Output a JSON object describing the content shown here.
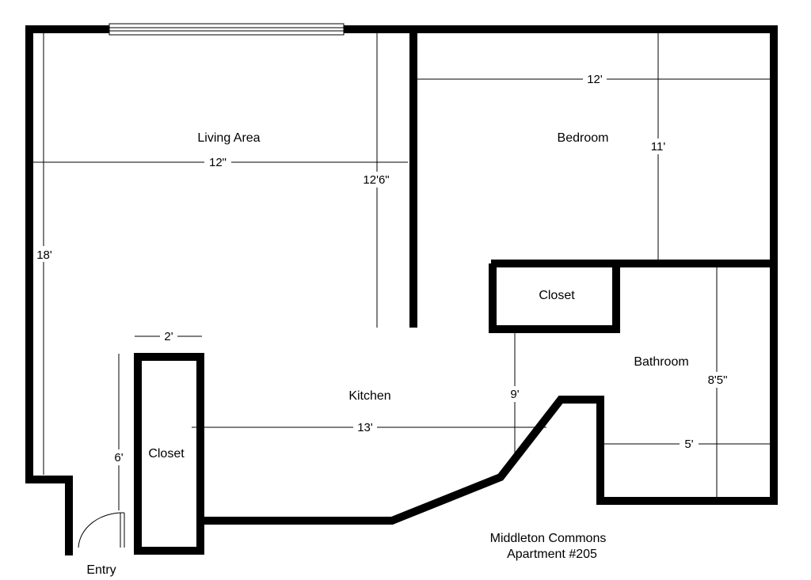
{
  "rooms": {
    "living_area": "Living Area",
    "bedroom": "Bedroom",
    "kitchen": "Kitchen",
    "bathroom": "Bathroom",
    "closet_bedroom": "Closet",
    "closet_entry": "Closet",
    "entry": "Entry"
  },
  "dimensions": {
    "living_width": "12\"",
    "living_depth": "18'",
    "living_divider": "12'6\"",
    "bedroom_width": "12'",
    "bedroom_depth": "11'",
    "closet_width": "2'",
    "entry_closet_height": "6'",
    "kitchen_width": "13'",
    "kitchen_depth": "9'",
    "bathroom_width": "5'",
    "bathroom_depth": "8'5\""
  },
  "caption": {
    "line1": "Middleton Commons",
    "line2": "Apartment #205"
  },
  "colors": {
    "wall": "#000000",
    "background": "#ffffff"
  }
}
